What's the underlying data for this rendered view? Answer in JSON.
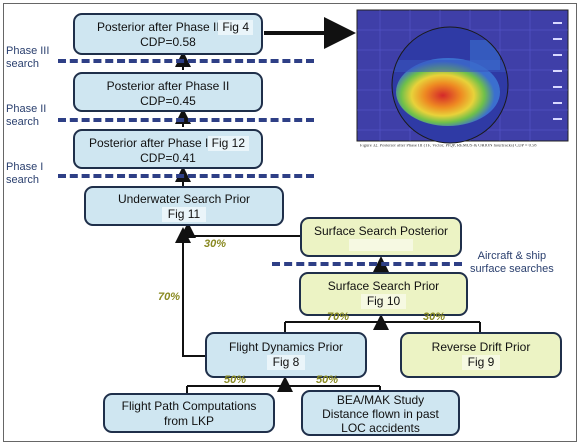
{
  "boxes": {
    "post3": {
      "title": "Posterior after Phase III",
      "fig": "Fig 4",
      "sub": "CDP=0.58"
    },
    "post2": {
      "title": "Posterior after Phase II",
      "sub": "CDP=0.45"
    },
    "post1": {
      "title": "Posterior after Phase I",
      "fig": "Fig 12",
      "sub": "CDP=0.41"
    },
    "uw": {
      "title": "Underwater Search Prior",
      "fig": "Fig 11"
    },
    "ssp": {
      "title": "Surface Search Posterior"
    },
    "ssprior": {
      "title": "Surface Search Prior",
      "fig": "Fig 10"
    },
    "fdp": {
      "title": "Flight Dynamics Prior",
      "fig": "Fig 8"
    },
    "rdp": {
      "title": "Reverse Drift Prior",
      "fig": "Fig 9"
    },
    "fpc": {
      "line1": "Flight Path Computations",
      "line2": "from LKP"
    },
    "bea": {
      "line1": "BEA/MAK Study",
      "line2": "Distance flown in past",
      "line3": "LOC accidents"
    }
  },
  "labels": {
    "phase3_a": "Phase III",
    "phase3_b": "search",
    "phase2_a": "Phase II",
    "phase2_b": "search",
    "phase1_a": "Phase I",
    "phase1_b": "search",
    "aircraft_a": "Aircraft & ship",
    "aircraft_b": "surface searches"
  },
  "percents": {
    "p30_top": "30%",
    "p70_left": "70%",
    "p70_mid": "70%",
    "p30_right": "30%",
    "p50_a": "50%",
    "p50_b": "50%"
  },
  "image_caption": "Figure 32. Posterior after Phase III (TF, Victor, PIQP, REMUS & ORION hourtracks) CDP = 0.58",
  "colors": {
    "blue_box": "#cfe6f1",
    "green_box": "#ecf3c4",
    "dash": "#2e3f86",
    "percent": "#8a8a22"
  }
}
